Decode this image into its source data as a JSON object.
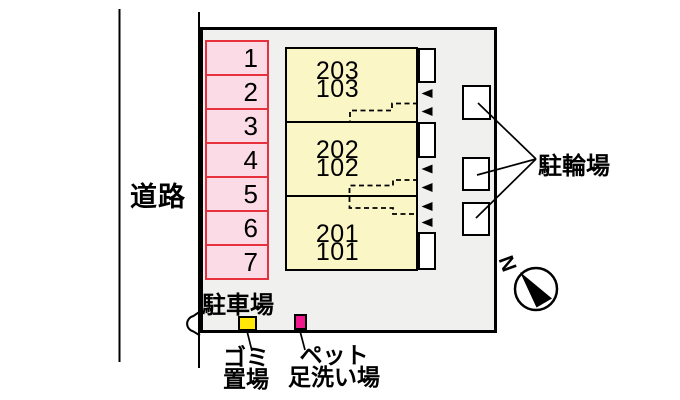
{
  "colors": {
    "ink": "#000000",
    "parcel": "#f0f0ef",
    "pink": "#fbdce6",
    "red": "#e8313d",
    "bldg": "#faf6c6",
    "marker-yellow": "#ffe70a",
    "marker-magenta": "#f0188c"
  },
  "road": {
    "label": "道路"
  },
  "parking": {
    "label": "駐車場",
    "spaces": [
      "1",
      "2",
      "3",
      "4",
      "5",
      "6",
      "7"
    ]
  },
  "building": {
    "units": [
      {
        "upper": "203",
        "lower": "103"
      },
      {
        "upper": "202",
        "lower": "102"
      },
      {
        "upper": "201",
        "lower": "101"
      }
    ]
  },
  "bicycle": {
    "label": "駐輪場"
  },
  "garbage": {
    "label_line1": "ゴミ",
    "label_line2": "置場"
  },
  "pet": {
    "label_line1": "ペット",
    "label_line2": "足洗い場"
  },
  "compass": {
    "label": "N"
  }
}
